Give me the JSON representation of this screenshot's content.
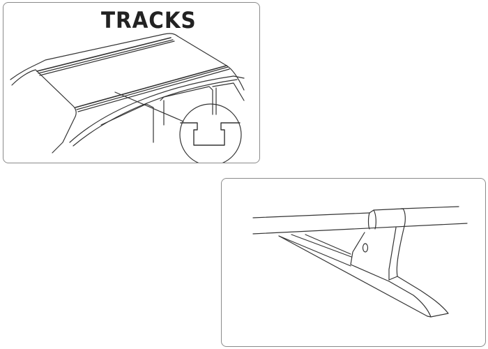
{
  "panels": [
    {
      "id": "tracks",
      "title": "TRACKS",
      "description": "Car roof with two factory-fitted tracks; zoom circle shows T-slot track cross-section"
    },
    {
      "id": "rack",
      "title": "",
      "description": "Roof rack crossbar with foot mounted onto track/rail"
    }
  ],
  "colors": {
    "line": "#333333",
    "border": "#8a8a8a",
    "background": "#ffffff"
  }
}
